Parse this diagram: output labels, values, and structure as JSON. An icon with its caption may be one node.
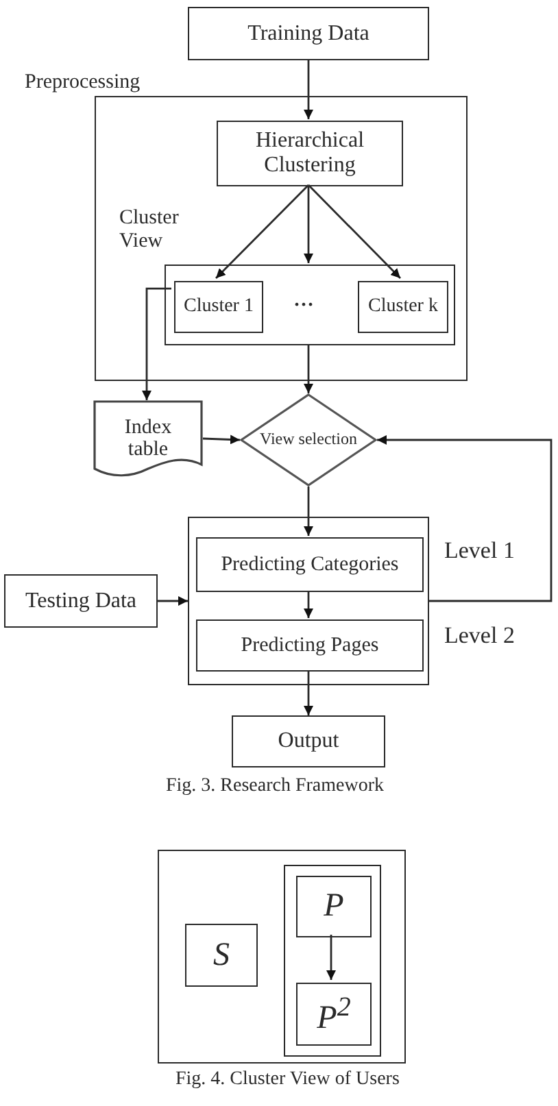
{
  "diagram": {
    "nodes": [
      {
        "text": [
          "Training Data"
        ]
      },
      {
        "text": [
          "Preprocessing"
        ]
      },
      {
        "text": [
          "Hierarchical Clustering"
        ],
        "in": 1
      },
      {
        "text": [
          "Cluster View"
        ],
        "in": 1
      },
      {
        "text": [
          "Cluster 1"
        ],
        "in": 3
      },
      {
        "text": [
          "Cluster k"
        ],
        "in": 3
      },
      {
        "text": [
          "Index table"
        ]
      },
      {
        "text": [
          "View selection"
        ]
      },
      {
        "text": [],
        "shape": "box"
      },
      {
        "text": [
          "Predicting Categories"
        ],
        "in": 8
      },
      {
        "text": [
          "Predicting Pages"
        ],
        "in": 8
      },
      {
        "text": [
          "Testing Data"
        ]
      },
      {
        "text": [
          "Output"
        ]
      },
      {
        "text": [],
        "shape": "box"
      },
      {
        "text": [
          "S"
        ],
        "in": 13
      },
      {
        "text": [],
        "shape": "box",
        "in": 13
      },
      {
        "text": [
          "P"
        ],
        "in": 15
      },
      {
        "text": [
          "P$^{2}$"
        ],
        "in": 15
      }
    ],
    "edges": [
      {
        "from": 0,
        "to": 2,
        "arrow": "to"
      },
      {
        "from": 2,
        "to": 4,
        "arrow": "to"
      },
      {
        "from": 2,
        "to": 3,
        "arrow": "to"
      },
      {
        "from": 2,
        "to": 5,
        "arrow": "to"
      },
      {
        "from": 4,
        "to": 6,
        "arrow": "to"
      },
      {
        "from": 3,
        "to": 7,
        "arrow": "to"
      },
      {
        "from": 6,
        "to": 7,
        "arrow": "to"
      },
      {
        "from": 7,
        "to": 9,
        "arrow": "to"
      },
      {
        "from": 11,
        "to": 8,
        "arrow": "to"
      },
      {
        "from": 9,
        "to": 10,
        "arrow": "to"
      },
      {
        "from": 10,
        "to": 12,
        "arrow": "to"
      },
      {
        "from": 8,
        "to": 7,
        "arrow": "to"
      },
      {
        "from": 16,
        "to": 17,
        "arrow": "to"
      }
    ],
    "labels": [
      "...",
      "Level 1",
      "Level 2",
      "Fig. 3. Research Framework",
      "Fig. 4. Cluster View of Users"
    ]
  }
}
